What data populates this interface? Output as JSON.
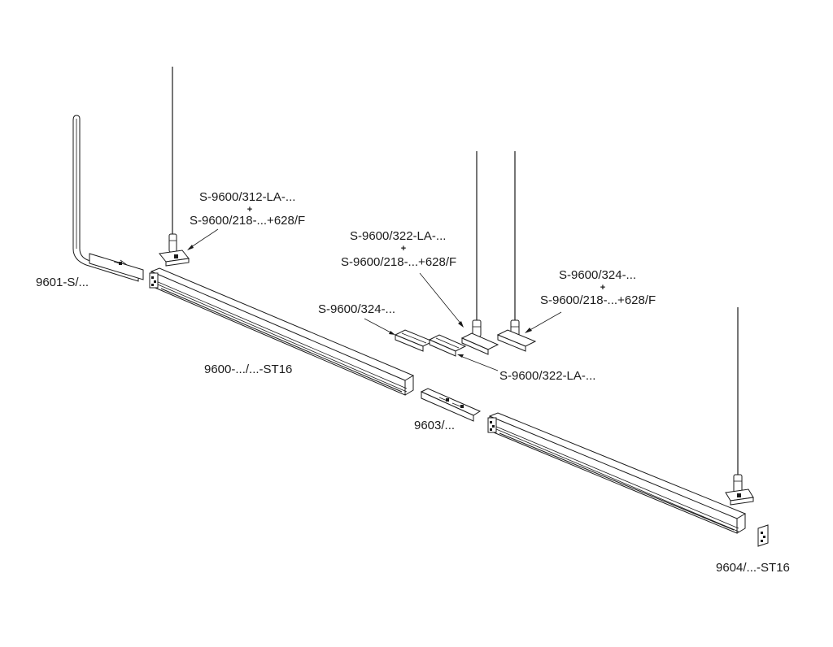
{
  "labels": {
    "left_suspension_a": "S-9600/312-LA-...",
    "left_suspension_plus": "+",
    "left_suspension_b": "S-9600/218-...+628/F",
    "corner_connector": "9601-S/...",
    "mid_suspension_a": "S-9600/322-LA-...",
    "mid_suspension_plus": "+",
    "mid_suspension_b": "S-9600/218-...+628/F",
    "right_suspension_a": "S-9600/324-...",
    "right_suspension_plus": "+",
    "right_suspension_b": "S-9600/218-...+628/F",
    "clip_324": "S-9600/324-...",
    "clip_322": "S-9600/322-LA-...",
    "track": "9600-.../...-ST16",
    "straight_connector": "9603/...",
    "end_cap": "9604/...-ST16"
  }
}
